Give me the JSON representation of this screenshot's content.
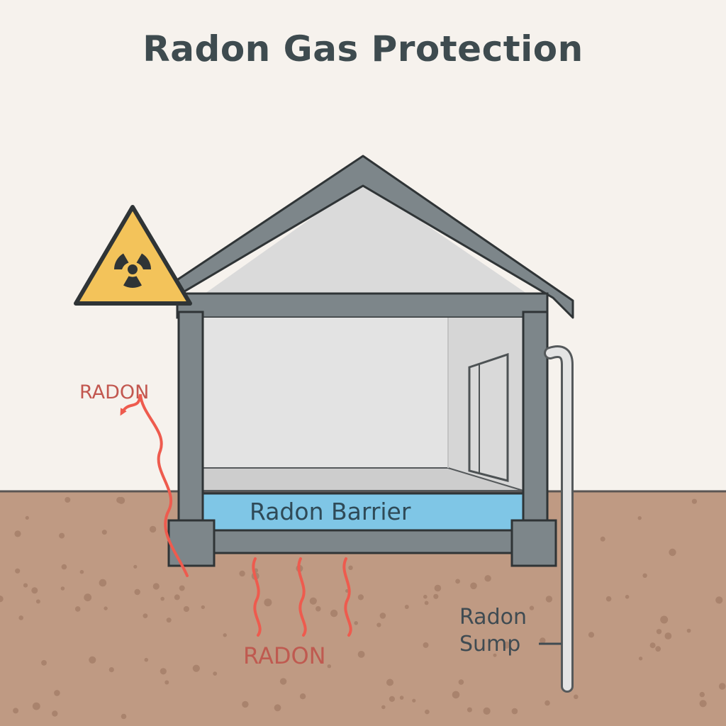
{
  "title": "Radon Gas Protection",
  "labels": {
    "radon_left": "RADON",
    "radon_bottom": "RADON",
    "barrier": "Radon Barrier",
    "sump_line1": "Radon",
    "sump_line2": "Sump"
  },
  "colors": {
    "background": "#f6f2ed",
    "soil": "#bf9a83",
    "wall": "#7d868a",
    "interior": "#e1e1e1",
    "barrier": "#7fc6e6",
    "radon_wave": "#ee5b4e",
    "warning_sign": "#f3c35a"
  },
  "icons": {
    "warning": "radiation-warning-icon"
  }
}
